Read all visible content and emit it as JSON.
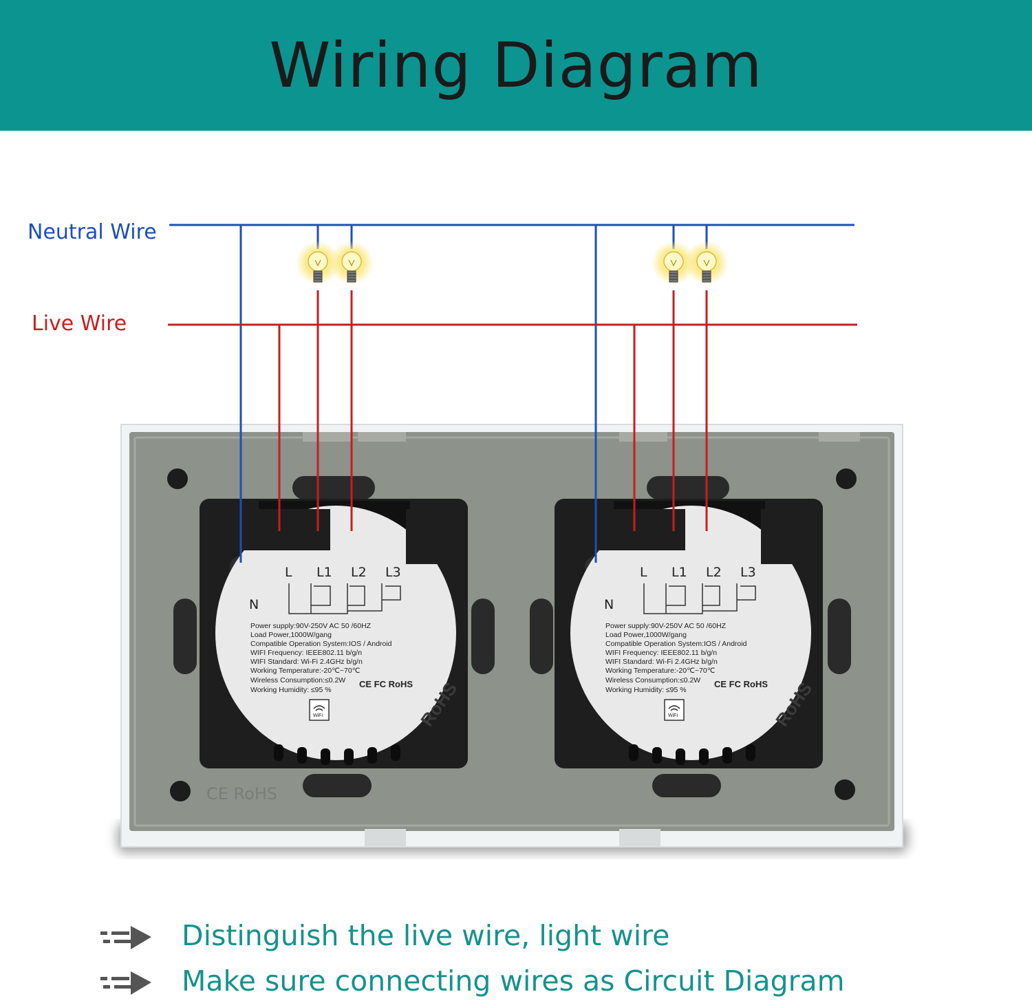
{
  "title": "Wiring Diagram",
  "labels": {
    "neutral": "Neutral Wire",
    "live": "Live Wire"
  },
  "colors": {
    "header_bg": "#0b9490",
    "neutral": "#1f4fb5",
    "live": "#c51f1f",
    "tip_text": "#16928c",
    "plate": "#8d928a",
    "module": "#1e1e1e"
  },
  "module": {
    "terminals": [
      "L",
      "L1",
      "L2",
      "L3"
    ],
    "neutral_terminal": "N",
    "specs": [
      "Power supply:90V-250V AC  50 /60HZ",
      "Load Power,1000W/gang",
      "Compatible Operation System:IOS / Android",
      "WIFI Frequency: IEEE802.11 b/g/n",
      "WIFI Standard: Wi-Fi 2.4GHz b/g/n",
      "Working Temperature:-20℃~70℃",
      "Wireless Consumption:≤0.2W",
      "Working Humidity: ≤95 %"
    ],
    "cert": "CE FC RoHS",
    "rohs_arc": "RoHS",
    "wifi_badge": "WiFi"
  },
  "plate_mark": "CE RoHS",
  "tips": [
    {
      "icon": "arrow-icon",
      "text": "Distinguish the live wire, light wire"
    },
    {
      "icon": "arrow-icon",
      "text": "Make sure connecting wires as Circuit Diagram"
    }
  ]
}
